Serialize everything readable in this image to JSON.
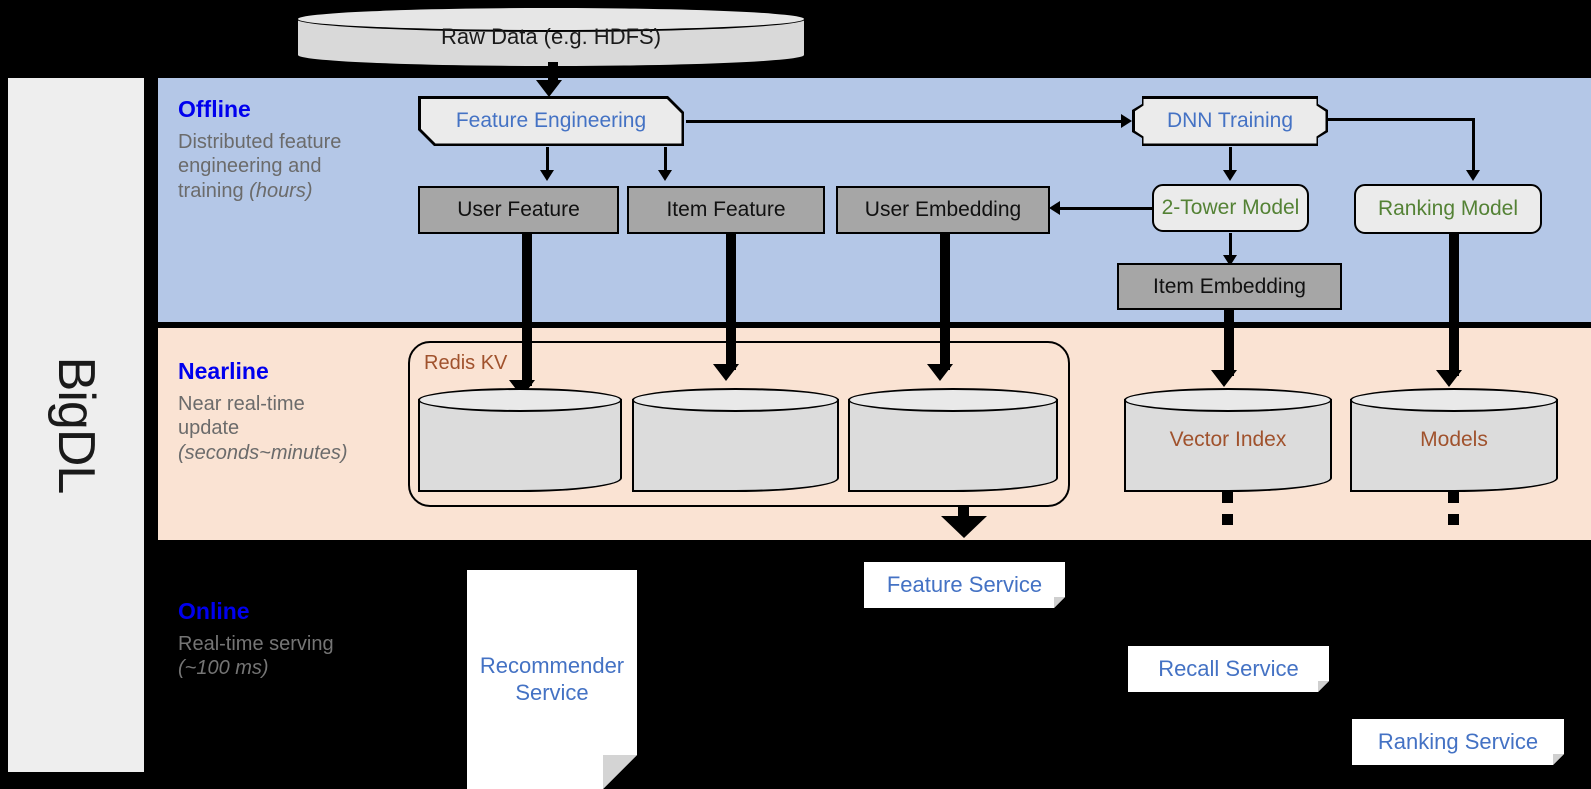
{
  "brand": {
    "label": "BigDL"
  },
  "colors": {
    "offline_band": "#b4c7e7",
    "nearline_band": "#fae3d3",
    "online_band": "#000000",
    "layer_title": "#0000ee",
    "layer_sub": "#6b6b6b",
    "gray_store": "#a6a6a6",
    "proc_fill": "#ebebeb",
    "blue_text": "#4472c4",
    "green_text": "#548235",
    "brown_text": "#a0522d",
    "cylinder_fill": "#dcdcdc"
  },
  "source": {
    "label": "Raw Data (e.g. HDFS)"
  },
  "layers": [
    {
      "id": "offline",
      "title": "Offline",
      "subtitle_plain": "Distributed feature engineering and training ",
      "subtitle_italic": "(hours)"
    },
    {
      "id": "nearline",
      "title": "Nearline",
      "subtitle_plain": "Near real-time update ",
      "subtitle_italic": "(seconds~minutes)"
    },
    {
      "id": "online",
      "title": "Online",
      "subtitle_plain": "Real-time serving ",
      "subtitle_italic": "(~100 ms)"
    }
  ],
  "offline": {
    "feature_engineering": "Feature Engineering",
    "dnn_training": "DNN Training",
    "user_feature": "User Feature",
    "item_feature": "Item Feature",
    "user_embedding": "User Embedding",
    "two_tower_model": "2-Tower Model",
    "ranking_model": "Ranking Model",
    "item_embedding": "Item Embedding"
  },
  "nearline": {
    "redis_group": "Redis KV",
    "store_user_feature": "",
    "store_item_feature": "",
    "store_user_embedding": "",
    "vector_index": "Vector Index",
    "models": "Models"
  },
  "online": {
    "recommender_service": "Recommender Service",
    "feature_service": "Feature Service",
    "recall_service": "Recall Service",
    "ranking_service": "Ranking Service"
  }
}
